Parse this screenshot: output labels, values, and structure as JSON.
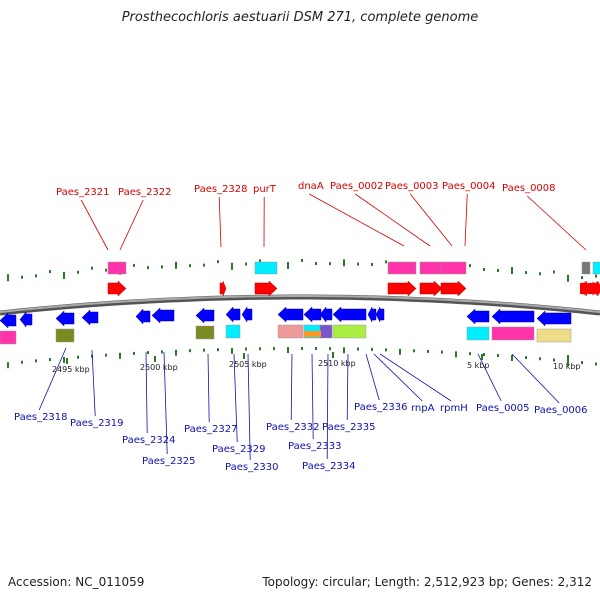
{
  "title": "Prosthecochloris aestuarii DSM 271, complete genome",
  "footer": {
    "accession": "Accession: NC_011059",
    "topology": "Topology: circular; Length: 2,512,923 bp; Genes: 2,312"
  },
  "colors": {
    "backbone": "#8a8a8a",
    "gene_arrow_top": "#ff0000",
    "gene_arrow_bottom": "#0000ff",
    "label_top": "#d40000",
    "label_bottom": "#1010b0",
    "tick": "#2a7a2a",
    "cog_pink": "#ff33aa",
    "cog_cyan": "#00eeff",
    "cog_olive": "#7a8a20",
    "cog_green": "#aaee44",
    "cog_purple": "#7755cc",
    "cog_salmon": "#ee9999",
    "cog_orange": "#ff9922",
    "cog_khaki": "#eedd88",
    "cog_gray": "#777777"
  },
  "ticks": [
    {
      "label": "2495 kbp"
    },
    {
      "label": "2500 kbp"
    },
    {
      "label": "2505 kbp"
    },
    {
      "label": "2510 kbp"
    },
    {
      "label": "5 kbp"
    },
    {
      "label": "10 kbp"
    }
  ],
  "labels_top": [
    {
      "text": "Paes_2321"
    },
    {
      "text": "Paes_2322"
    },
    {
      "text": "Paes_2328"
    },
    {
      "text": "purT"
    },
    {
      "text": "dnaA"
    },
    {
      "text": "Paes_0002"
    },
    {
      "text": "Paes_0003"
    },
    {
      "text": "Paes_0004"
    },
    {
      "text": "Paes_0008"
    }
  ],
  "labels_bottom": [
    {
      "text": "Paes_2318"
    },
    {
      "text": "Paes_2319"
    },
    {
      "text": "Paes_2324"
    },
    {
      "text": "Paes_2325"
    },
    {
      "text": "Paes_2327"
    },
    {
      "text": "Paes_2329"
    },
    {
      "text": "Paes_2330"
    },
    {
      "text": "Paes_2332"
    },
    {
      "text": "Paes_2333"
    },
    {
      "text": "Paes_2334"
    },
    {
      "text": "Paes_2335"
    },
    {
      "text": "Paes_2336"
    },
    {
      "text": "rnpA"
    },
    {
      "text": "rpmH"
    },
    {
      "text": "Paes_0005"
    },
    {
      "text": "Paes_0006"
    }
  ]
}
